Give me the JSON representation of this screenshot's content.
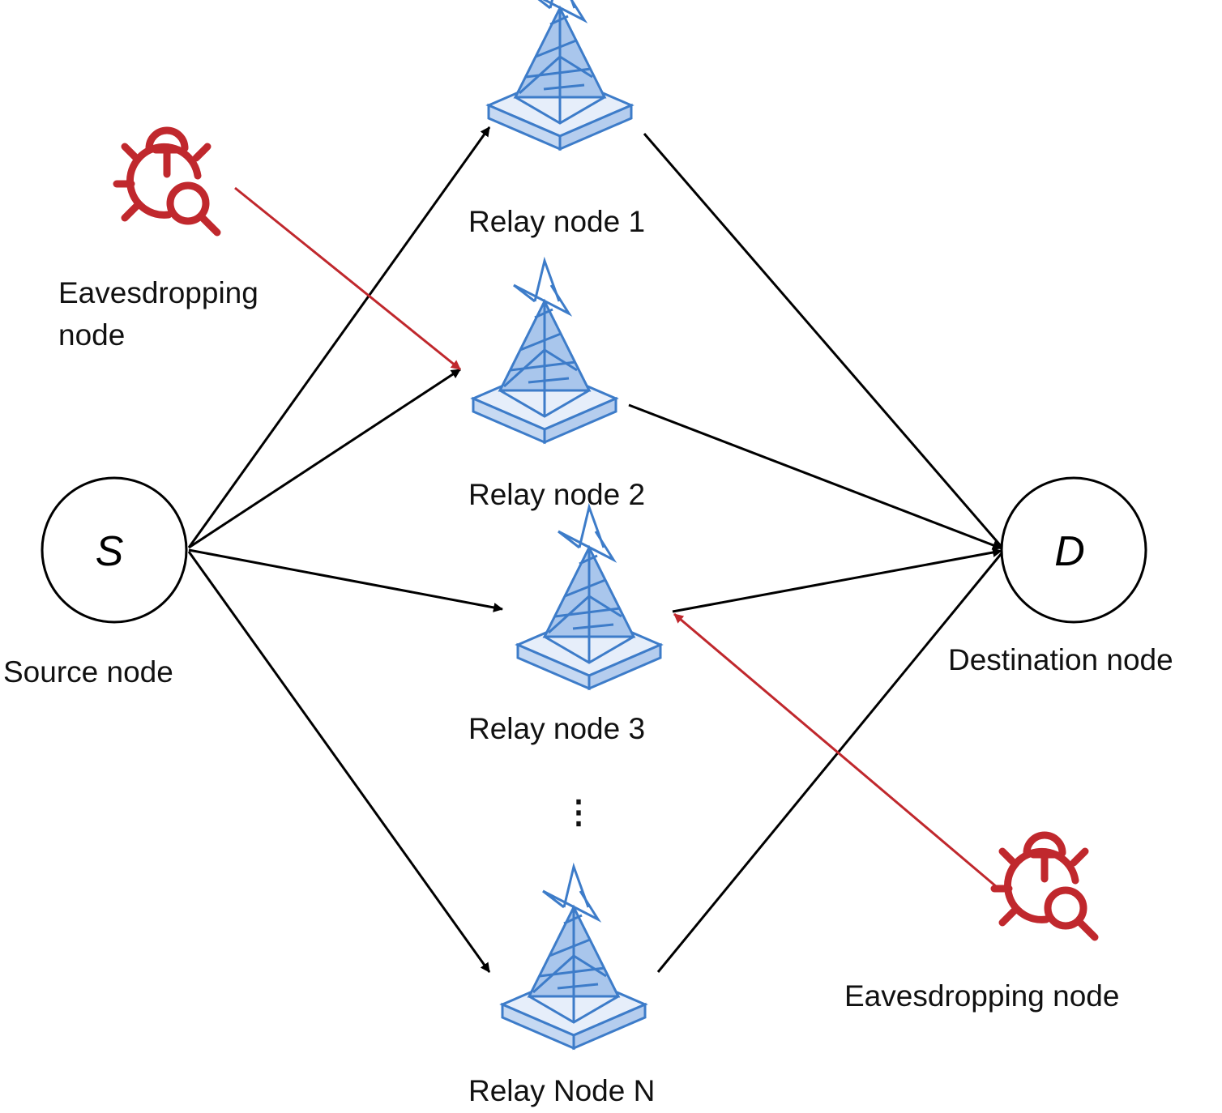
{
  "nodes": {
    "source": {
      "letter": "S",
      "label": "Source node"
    },
    "destination": {
      "letter": "D",
      "label": "Destination node"
    },
    "relays": [
      {
        "label": "Relay node  1"
      },
      {
        "label": "Relay node  2"
      },
      {
        "label": "Relay node  3"
      },
      {
        "label": "Relay Node  N"
      }
    ],
    "eavesdroppers": [
      {
        "label": "Eavesdropping\nnode"
      },
      {
        "label": "Eavesdropping  node"
      }
    ]
  },
  "ellipsis": "⋮",
  "colors": {
    "link": "#000000",
    "eavesdrop_link": "#c0282d",
    "relay_tower": "#3d7cc9",
    "relay_base_fill": "#dbe8f8",
    "bug_icon": "#c0282d"
  }
}
